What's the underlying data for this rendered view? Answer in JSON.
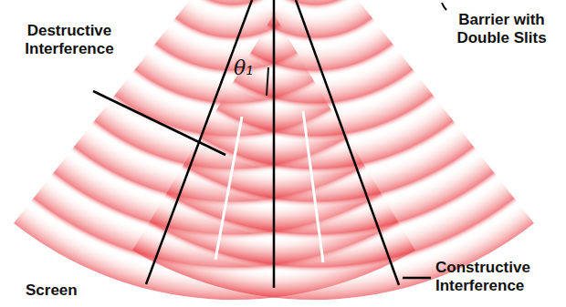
{
  "diagram": {
    "labels": [
      "Destructive Interference",
      "Barrier with Double Slits",
      "θ₁",
      "Screen",
      "Constructive Interference"
    ]
  }
}
